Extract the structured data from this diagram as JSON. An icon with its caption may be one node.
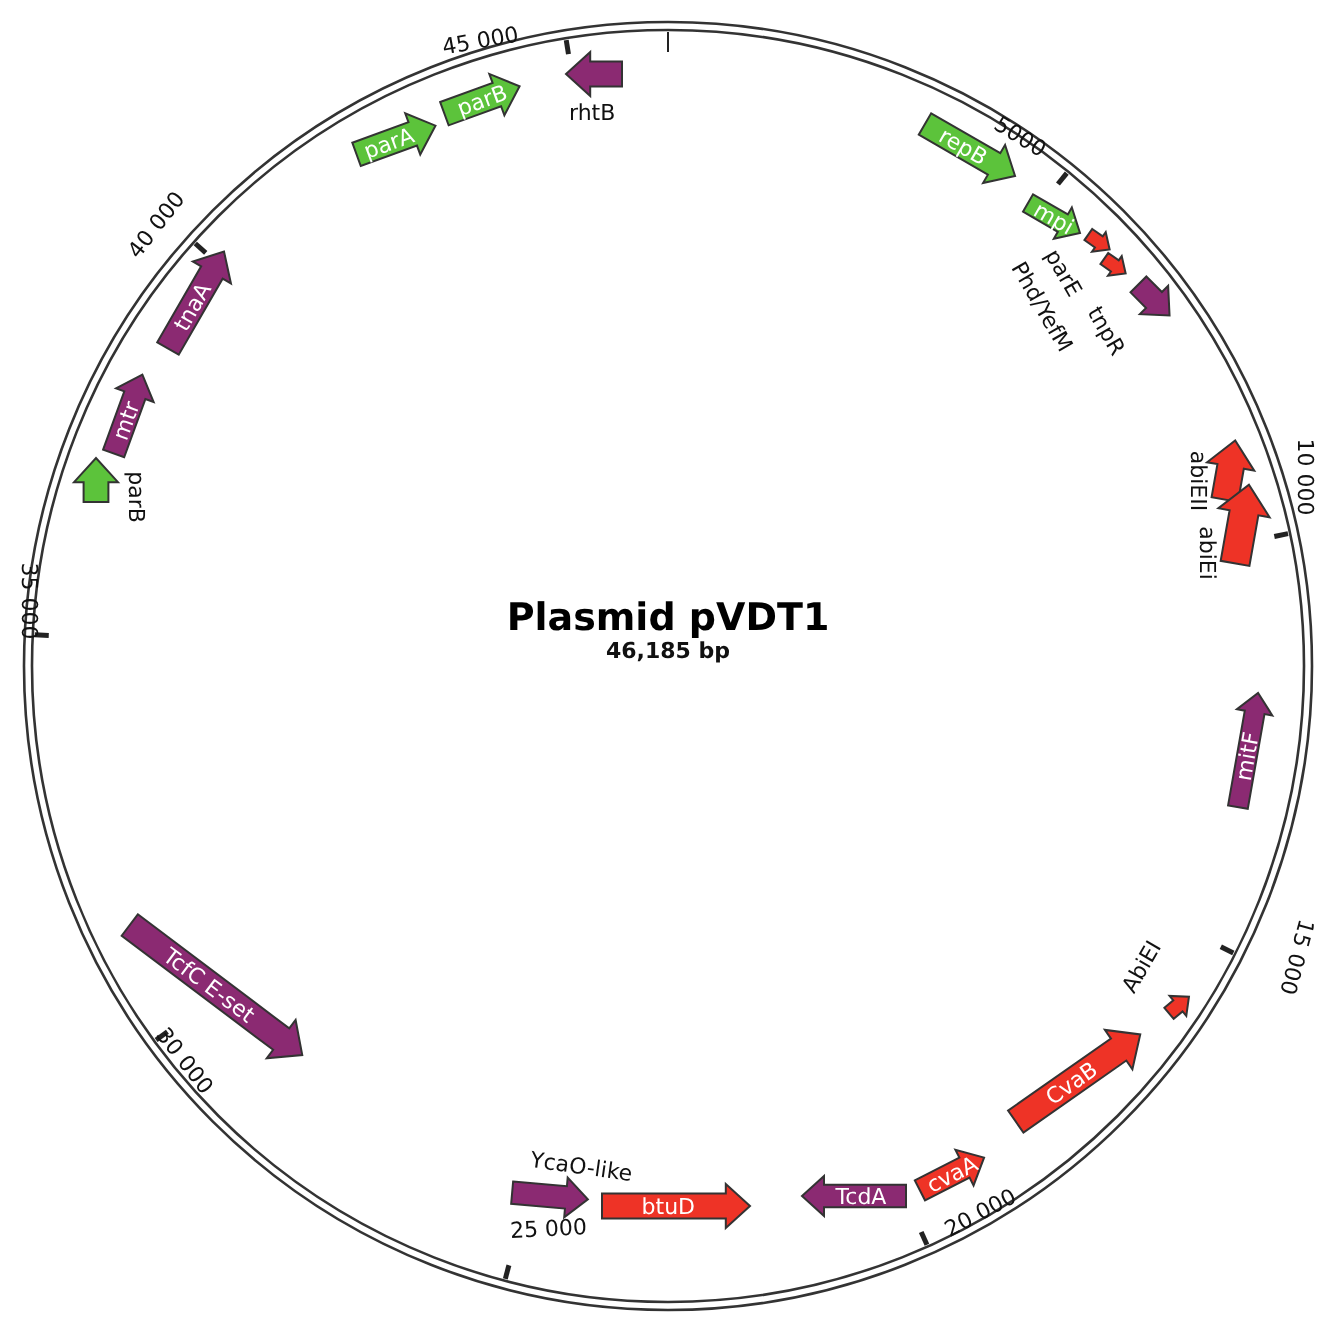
{
  "diagram": {
    "title": "Plasmid pVDT1",
    "nodes": [
      {
        "text": [
          "parA"
        ]
      },
      {
        "text": [
          "parB"
        ]
      },
      {
        "text": [],
        "shape": "arrow",
        "beside": [
          "rhtB"
        ]
      },
      {
        "text": [
          "repB"
        ]
      },
      {
        "text": [
          "mpi"
        ]
      },
      {
        "text": [],
        "shape": "arrow",
        "beside": [
          "parE"
        ]
      },
      {
        "text": [],
        "shape": "arrow",
        "beside": [
          "Phd/YefM"
        ]
      },
      {
        "text": [],
        "shape": "arrow",
        "beside": [
          "tnpR"
        ]
      },
      {
        "text": [],
        "shape": "arrow",
        "beside": [
          "abiEII"
        ]
      },
      {
        "text": [],
        "shape": "arrow",
        "beside": [
          "abiEi"
        ]
      },
      {
        "text": [
          "mitF"
        ]
      },
      {
        "text": [],
        "shape": "arrow",
        "beside": [
          "AbiEI"
        ]
      },
      {
        "text": [
          "CvaB"
        ]
      },
      {
        "text": [
          "cvaA"
        ]
      },
      {
        "text": [
          "TcdA"
        ]
      },
      {
        "text": [
          "btuD"
        ]
      },
      {
        "text": [],
        "shape": "arrow",
        "beside": [
          "YcaO-like"
        ]
      },
      {
        "text": [
          "TcfC E-set"
        ]
      },
      {
        "text": [],
        "shape": "arrow",
        "beside": [
          "parB"
        ]
      },
      {
        "text": [
          "mtr"
        ]
      },
      {
        "text": [
          "tnaA"
        ]
      }
    ],
    "edges": [],
    "labels": [
      "46,185 bp",
      "45 000",
      "5000",
      "10 000",
      "15 000",
      "20 000",
      "25 000",
      "30 000",
      "35 000",
      "40 000"
    ]
  }
}
